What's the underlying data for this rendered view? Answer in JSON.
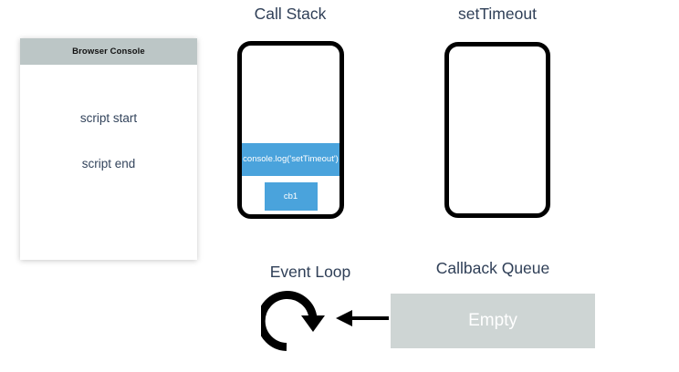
{
  "console": {
    "header_title": "Browser Console",
    "lines": [
      "script start",
      "script end"
    ]
  },
  "call_stack": {
    "title": "Call Stack",
    "frames": [
      {
        "label": "console.log('setTimeout')",
        "size": "wide"
      },
      {
        "label": "cb1",
        "size": "narrow"
      }
    ]
  },
  "set_timeout": {
    "title": "setTimeout",
    "frames": []
  },
  "event_loop": {
    "title": "Event Loop",
    "icon": "circular-arrow-icon"
  },
  "callback_queue": {
    "title": "Callback Queue",
    "status": "Empty"
  },
  "arrow": {
    "icon": "left-arrow-icon",
    "direction": "left"
  },
  "colors": {
    "frame_blue": "#4aa3dc",
    "console_header_gray": "#bcc6c6",
    "queue_gray": "#ced5d4",
    "title_navy": "#2f3f57",
    "outline_black": "#000000"
  }
}
